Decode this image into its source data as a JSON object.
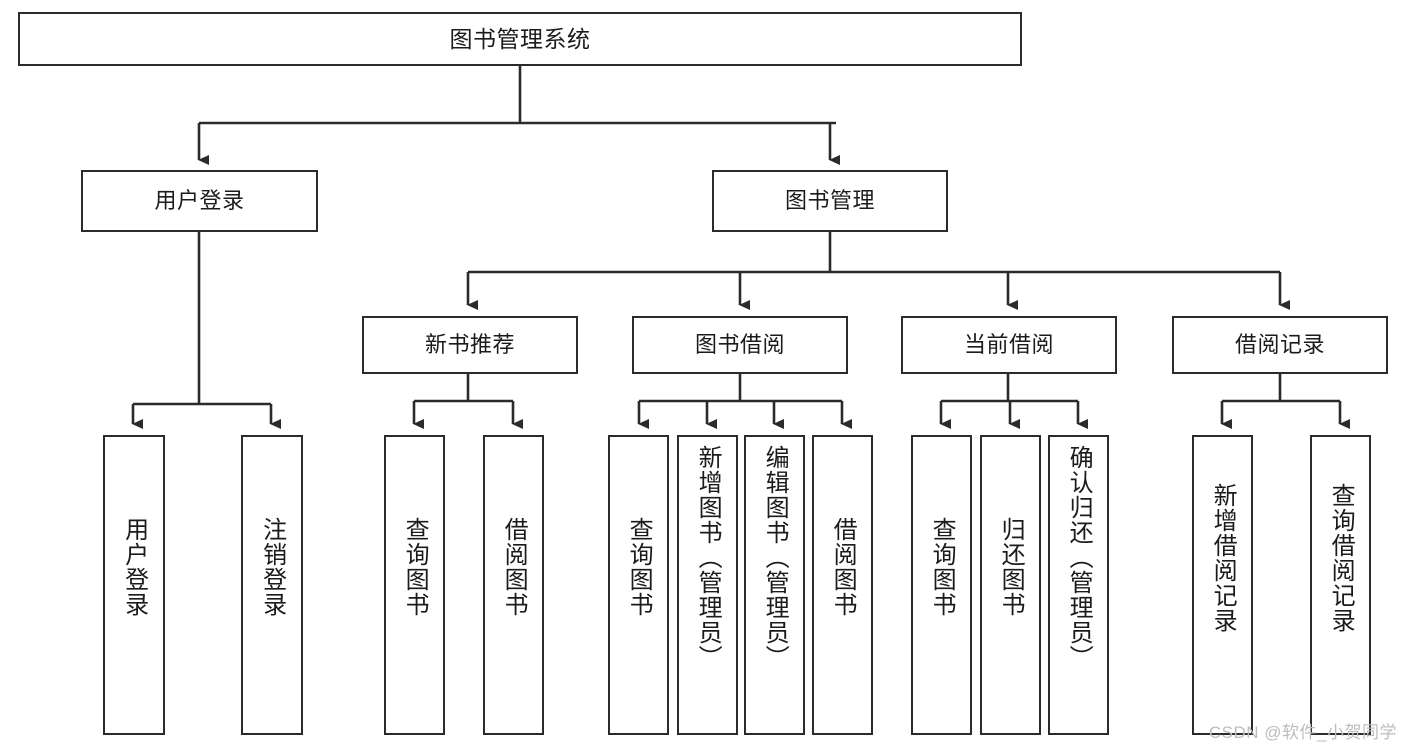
{
  "diagram": {
    "title": "图书管理系统",
    "type": "功能结构图",
    "colors": {
      "box_border": "#2b2b2b",
      "box_fill": "#ffffff",
      "line": "#2b2b2b",
      "text": "#1b1b1b",
      "watermark": "#bdbdbd",
      "background": "#ffffff"
    }
  },
  "root": {
    "label": "图书管理系统"
  },
  "level2": [
    {
      "label": "用户登录"
    },
    {
      "label": "图书管理"
    }
  ],
  "level3": [
    {
      "label": "新书推荐"
    },
    {
      "label": "图书借阅"
    },
    {
      "label": "当前借阅"
    },
    {
      "label": "借阅记录"
    }
  ],
  "leaves": {
    "user_login": [
      {
        "label": "用户登录"
      },
      {
        "label": "注销登录"
      }
    ],
    "new_book_recommend": [
      {
        "label": "查询图书"
      },
      {
        "label": "借阅图书"
      }
    ],
    "book_borrow": [
      {
        "label": "查询图书"
      },
      {
        "label": "新增图书（管理员）"
      },
      {
        "label": "编辑图书（管理员）"
      },
      {
        "label": "借阅图书"
      }
    ],
    "current_borrow": [
      {
        "label": "查询图书"
      },
      {
        "label": "归还图书"
      },
      {
        "label": "确认归还（管理员）"
      }
    ],
    "borrow_record": [
      {
        "label": "新增借阅记录"
      },
      {
        "label": "查询借阅记录"
      }
    ]
  },
  "watermark": {
    "text": "CSDN @软件_小贺同学"
  }
}
